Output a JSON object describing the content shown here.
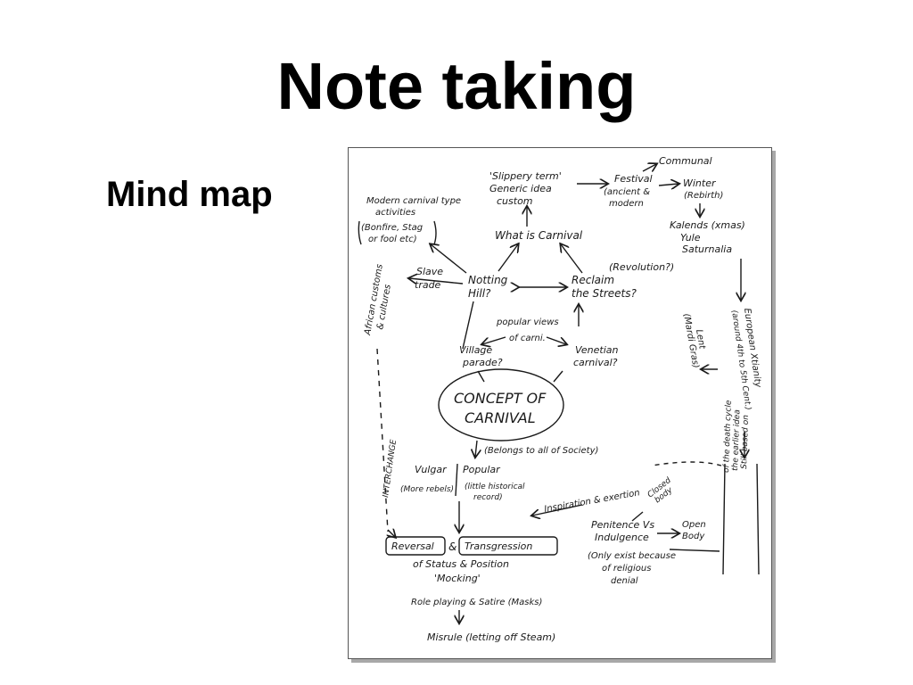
{
  "slide": {
    "title": "Note taking",
    "bullet": "Mind map"
  },
  "mind_map": {
    "center": [
      "CONCEPT OF",
      "CARNIVAL"
    ],
    "labels": {
      "slippery_term": [
        "'Slippery term'",
        "Generic idea",
        "custom"
      ],
      "festival": [
        "Festival",
        "(ancient &",
        "modern"
      ],
      "communal": "Communal",
      "winter": [
        "Winter",
        "(Rebirth)"
      ],
      "kalends": [
        "Kalends (xmas)",
        "Yule",
        "Saturnalia"
      ],
      "modern_carnival": [
        "Modern carnival type",
        "activities",
        "(Bonfire, Stag",
        "or fool etc)"
      ],
      "what_is_carnival": "What is Carnival",
      "revolution": "(Revolution?)",
      "slave_trade": [
        "Slave",
        "trade"
      ],
      "notting_hill": [
        "Notting",
        "Hill?"
      ],
      "reclaim_streets": [
        "Reclaim",
        "the Streets?"
      ],
      "african_customs": [
        "African customs",
        "& cultures"
      ],
      "popular_views": [
        "popular views",
        "of carni."
      ],
      "village_parade": [
        "Village",
        "parade?"
      ],
      "venetian_carnival": [
        "Venetian",
        "carnival?"
      ],
      "lent": [
        "Lent",
        "(Mardi Gras)"
      ],
      "european_xtianity": [
        "European Xtianity",
        "(around 4th to 5th Cent.)"
      ],
      "belongs_society": "(Belongs to all of Society)",
      "vulgar": [
        "Vulgar",
        "(More rebels)"
      ],
      "popular": [
        "Popular",
        "(little historical",
        "record)"
      ],
      "interchange": "INTERCHANGE",
      "inspiration": "Inspiration & exertion",
      "closed_body": [
        "Closed",
        "body"
      ],
      "still_based": [
        "Still based on",
        "the earlier idea",
        "of the death cycle"
      ],
      "penitence": [
        "Penitence Vs",
        "Indulgence"
      ],
      "open_body": [
        "Open",
        "Body"
      ],
      "religious_denial": [
        "(Only exist because",
        "of religious",
        "denial"
      ],
      "reversal": "Reversal",
      "amp": "&",
      "transgression": "Transgression",
      "status_position": "of Status & Position",
      "mocking": "'Mocking'",
      "role_playing": "Role playing & Satire (Masks)",
      "misrule": "Misrule (letting off Steam)"
    }
  }
}
